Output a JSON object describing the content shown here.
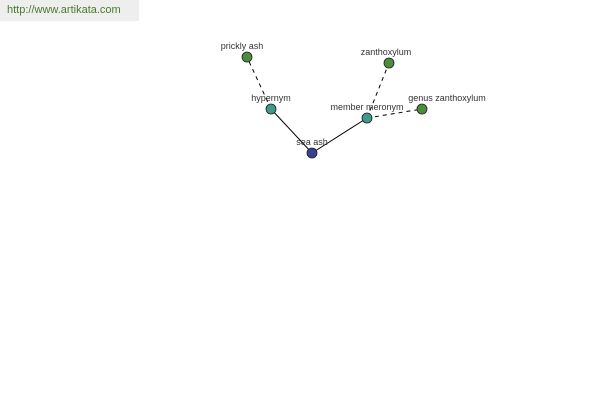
{
  "source_url": "http://www.artikata.com",
  "colors": {
    "center": "#3a3f8f",
    "relation": "#3f9a8a",
    "leaf": "#4c8c3c",
    "edge": "#000000",
    "node_stroke": "#1e1e1e"
  },
  "graph": {
    "center": {
      "label": "sea ash"
    },
    "relations": [
      {
        "label": "hypernym",
        "style": "solid",
        "targets": [
          {
            "label": "prickly ash",
            "style": "dashed"
          }
        ]
      },
      {
        "label": "member meronym",
        "style": "solid",
        "targets": [
          {
            "label": "zanthoxylum",
            "style": "dashed"
          },
          {
            "label": "genus zanthoxylum",
            "style": "dashed"
          }
        ]
      }
    ]
  }
}
